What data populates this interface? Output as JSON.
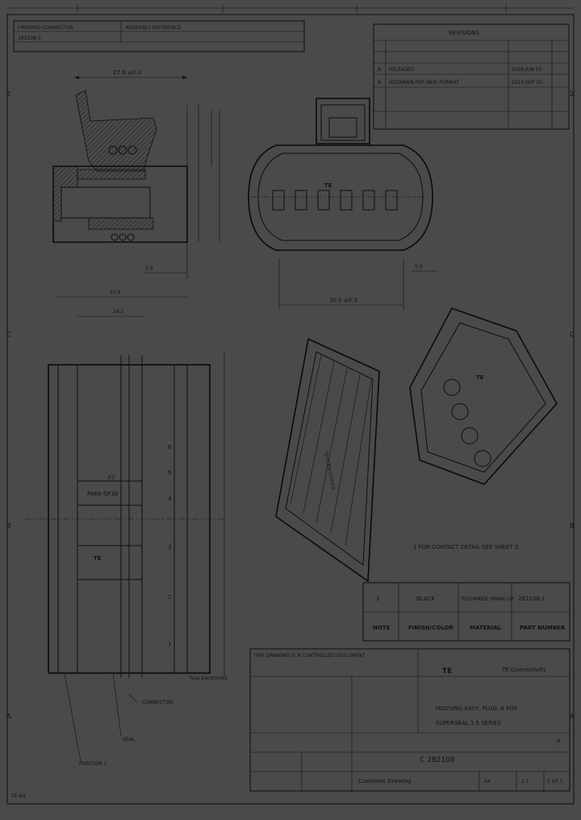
{
  "title_block": {
    "company_logo": "TE",
    "company_name": "TE Connectivity",
    "row1_label": "THIS DRAWING IS A CONTROLLED DOCUMENT",
    "sheet_top_left": "FINISHED CONNECTOR",
    "sheet_top_mid": "ASSEMBLY REFERENCE",
    "title_line1": "HOUSING ASSY, PLUG, 6 POS",
    "title_line2": "SUPERSEAL 1.5 SERIES",
    "doc_number": "C  282108",
    "customer_drawing": "Customer Drawing",
    "size": "A4",
    "scale": "2:1",
    "sheet": "1 OF 1",
    "rev": "A",
    "part_number_code": "282108-1"
  },
  "parts_table": {
    "headers": [
      "NOTE",
      "FINISH/COLOR",
      "MATERIAL",
      "PART NUMBER"
    ],
    "row": {
      "note": "1",
      "finish": "BLACK",
      "material": "POLYAMIDE (PA66) GF",
      "part_number": "282108-1"
    }
  },
  "rev_table": {
    "header": "REVISIONS",
    "rows": [
      {
        "ltr": "A",
        "desc": "RELEASED",
        "date": "2008 JUN 10"
      },
      {
        "ltr": "B",
        "desc": "REDRAWN PER NEW FORMAT",
        "date": "2010 SEP 20"
      }
    ]
  },
  "notes": {
    "note1": "1 FOR CONTACT DETAIL SEE SHEET 2",
    "note_connector": "CONNECTOR",
    "note_seal": "SEAL",
    "note_pos": "POSITION 1"
  },
  "dims": {
    "d1": "27.6 ±0.3",
    "d2": "30.0 ±0.3",
    "d3": "25.9",
    "d4": "16.2",
    "d5": "5.0"
  },
  "view_labels": {
    "plug_marking": "PA66-GF30",
    "plug_id": "F7",
    "brand": "Tyco Electronics",
    "cavity_numbers": [
      "6",
      "5",
      "4",
      "3",
      "2",
      "1"
    ]
  },
  "footer_code": "TE-A4"
}
